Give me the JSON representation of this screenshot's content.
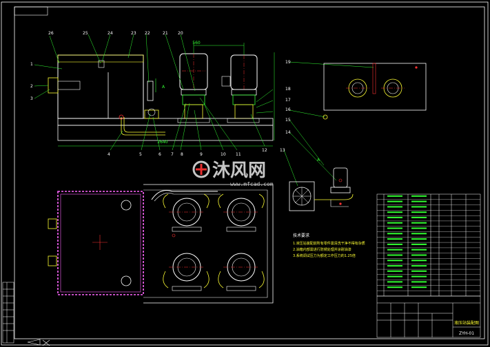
{
  "colors": {
    "background": "#000000",
    "outline": "#ffffff",
    "leader": "#33ff33",
    "detail": "#ffff33",
    "center": "#ff3333",
    "tank": "#ff66ff",
    "motor": "#ffffff"
  },
  "drawing": {
    "dimension_top": "560",
    "dimension_base": "2640",
    "section_mark_1": "A",
    "section_mark_2": "A",
    "part_numbers_top": [
      "26",
      "25",
      "24",
      "23",
      "22",
      "21",
      "20"
    ],
    "part_numbers_left": [
      "1",
      "2",
      "3"
    ],
    "part_numbers_bottom": [
      "4",
      "5",
      "6",
      "7",
      "8",
      "9",
      "10",
      "11",
      "12",
      "13"
    ],
    "part_numbers_right": [
      "19",
      "18",
      "17",
      "16",
      "15",
      "14"
    ]
  },
  "notes": {
    "title": "技术要求",
    "lines": [
      "1.液压站装配前所有零件需清洗干净不得有杂质",
      "2.油箱内部需进行防锈处理并涂耐油漆",
      "3.系统调试压力为额定工作压力的1.25倍"
    ]
  },
  "watermark": {
    "brand": "沐风网",
    "url": "www.mfcad.com"
  },
  "title_block": {
    "drawing_title": "液压站装配图",
    "drawing_number": "ZYH-01"
  }
}
